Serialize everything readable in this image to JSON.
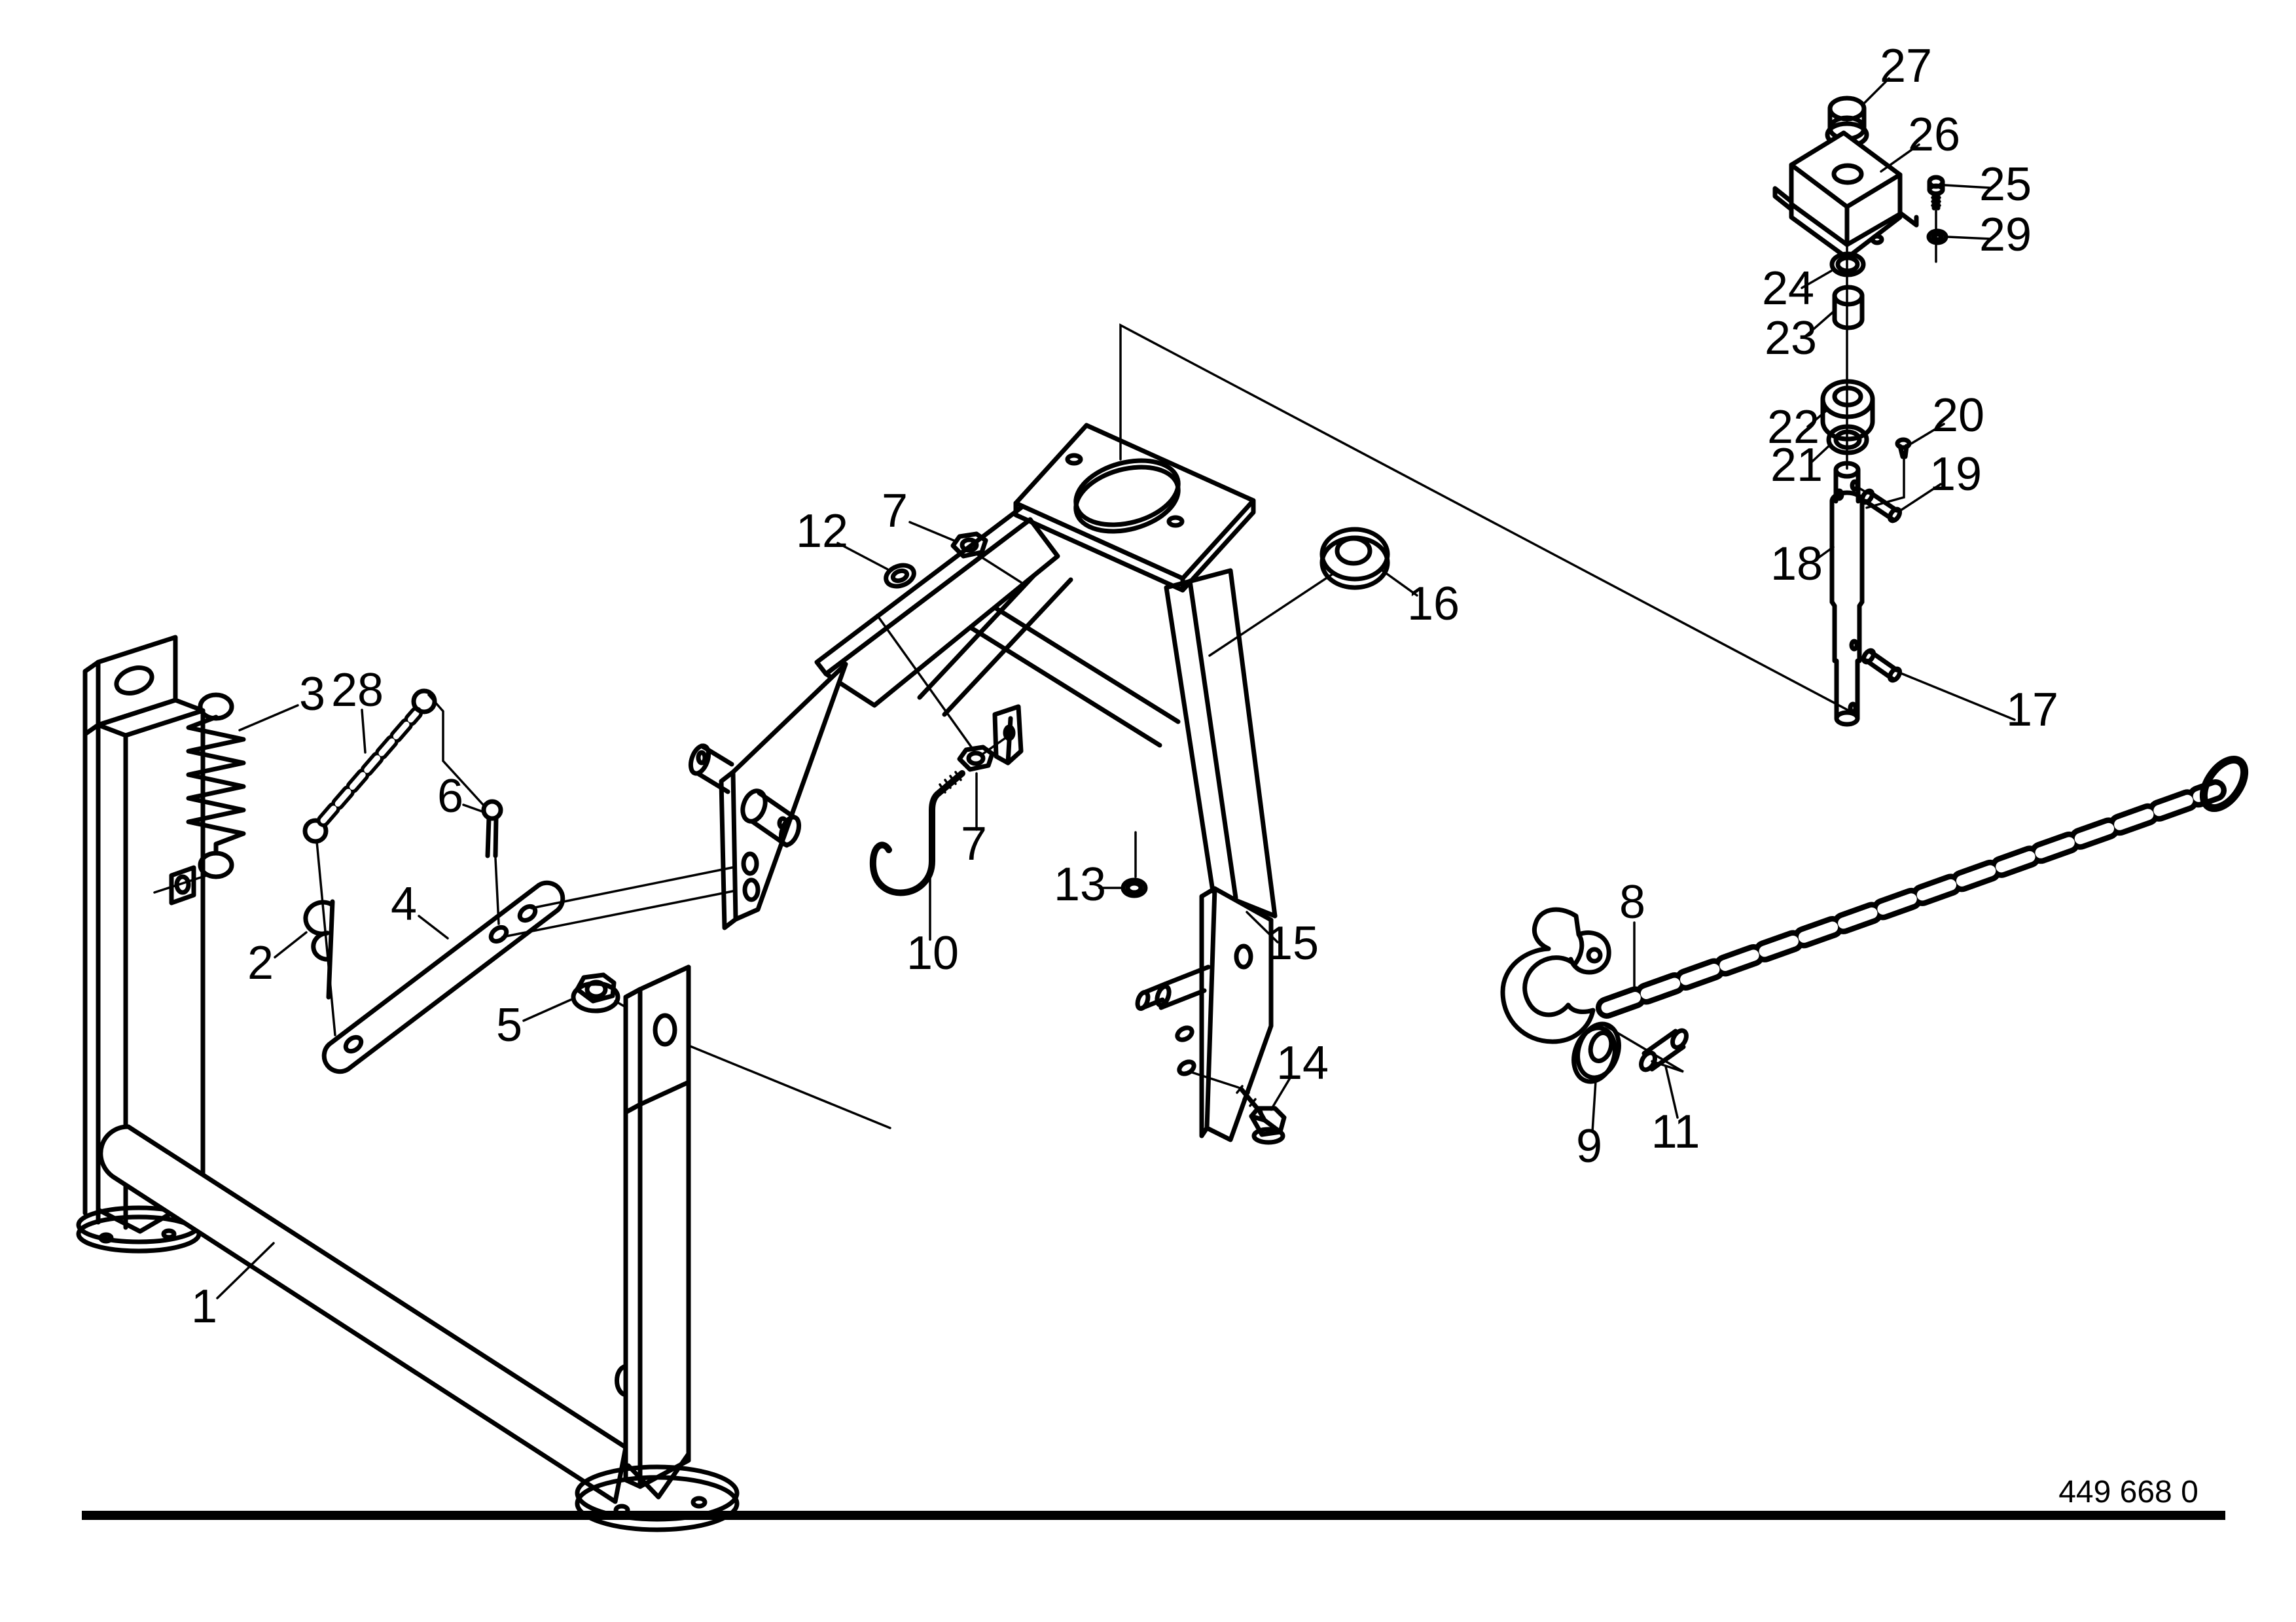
{
  "drawing_number": "449 668 0",
  "canvas": {
    "background": "#ffffff",
    "line_color": "#000000"
  },
  "callouts": [
    {
      "label": "1"
    },
    {
      "label": "2"
    },
    {
      "label": "3"
    },
    {
      "label": "4"
    },
    {
      "label": "5"
    },
    {
      "label": "6"
    },
    {
      "label": "7"
    },
    {
      "label": "7"
    },
    {
      "label": "8"
    },
    {
      "label": "9"
    },
    {
      "label": "10"
    },
    {
      "label": "11"
    },
    {
      "label": "12"
    },
    {
      "label": "13"
    },
    {
      "label": "14"
    },
    {
      "label": "15"
    },
    {
      "label": "16"
    },
    {
      "label": "17"
    },
    {
      "label": "18"
    },
    {
      "label": "19"
    },
    {
      "label": "20"
    },
    {
      "label": "21"
    },
    {
      "label": "22"
    },
    {
      "label": "23"
    },
    {
      "label": "24"
    },
    {
      "label": "25"
    },
    {
      "label": "26"
    },
    {
      "label": "27"
    },
    {
      "label": "28"
    },
    {
      "label": "29"
    }
  ]
}
